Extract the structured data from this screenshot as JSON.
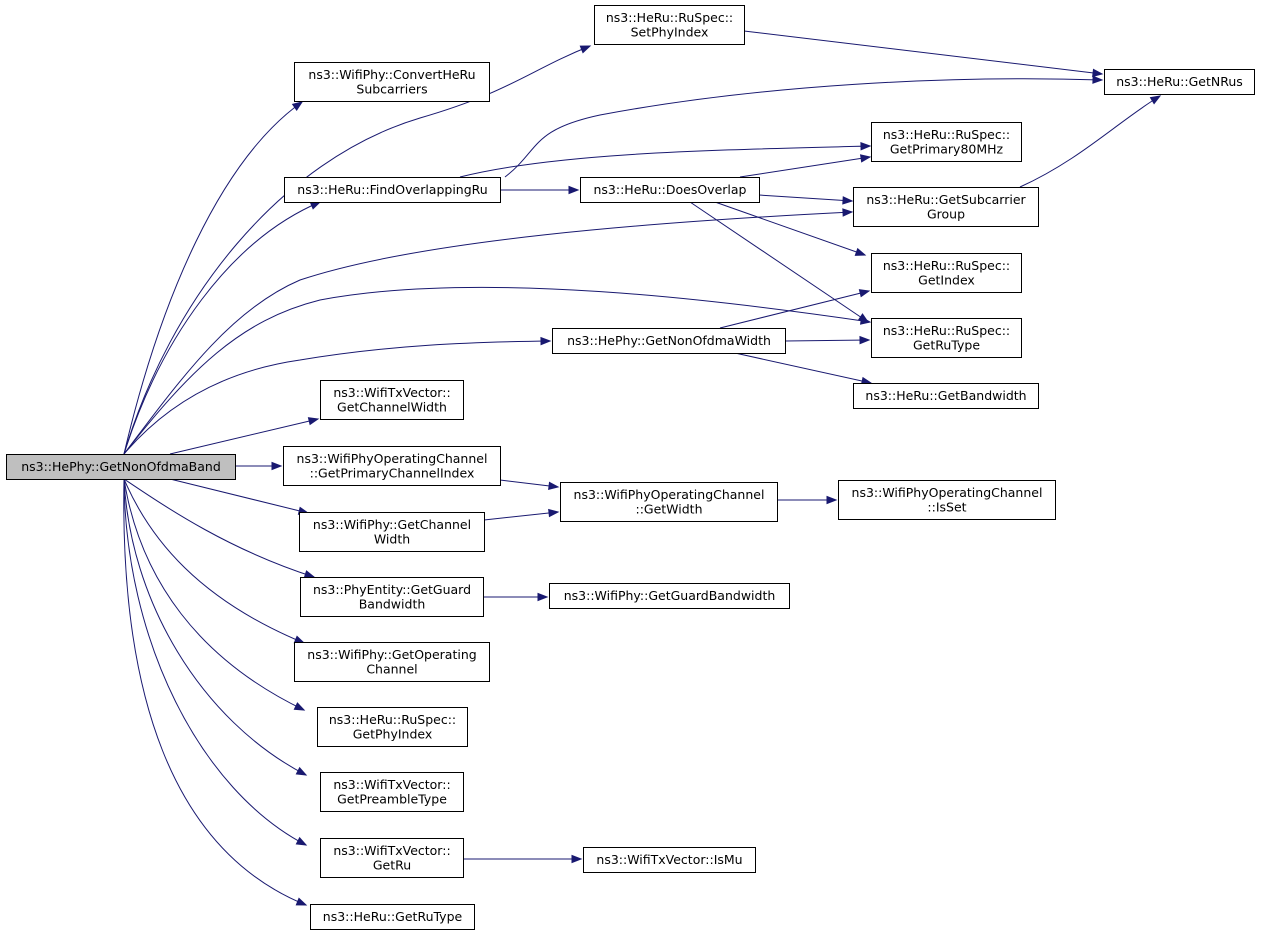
{
  "nodes": [
    {
      "id": "root",
      "lines": [
        "ns3::HePhy::GetNonOfdmaBand"
      ],
      "root": true
    },
    {
      "id": "setPhyIndex",
      "lines": [
        "ns3::HeRu::RuSpec::",
        "SetPhyIndex"
      ]
    },
    {
      "id": "convertHeRu",
      "lines": [
        "ns3::WifiPhy::ConvertHeRu",
        "Subcarriers"
      ]
    },
    {
      "id": "getNRus",
      "lines": [
        "ns3::HeRu::GetNRus"
      ]
    },
    {
      "id": "getPrimary80",
      "lines": [
        "ns3::HeRu::RuSpec::",
        "GetPrimary80MHz"
      ]
    },
    {
      "id": "findOverlapping",
      "lines": [
        "ns3::HeRu::FindOverlappingRu"
      ]
    },
    {
      "id": "doesOverlap",
      "lines": [
        "ns3::HeRu::DoesOverlap"
      ]
    },
    {
      "id": "getSubcarrierGroup",
      "lines": [
        "ns3::HeRu::GetSubcarrier",
        "Group"
      ]
    },
    {
      "id": "ruSpecGetIndex",
      "lines": [
        "ns3::HeRu::RuSpec::",
        "GetIndex"
      ]
    },
    {
      "id": "ruSpecGetRuType",
      "lines": [
        "ns3::HeRu::RuSpec::",
        "GetRuType"
      ]
    },
    {
      "id": "getNonOfdmaWidth",
      "lines": [
        "ns3::HePhy::GetNonOfdmaWidth"
      ]
    },
    {
      "id": "getBandwidth",
      "lines": [
        "ns3::HeRu::GetBandwidth"
      ]
    },
    {
      "id": "txGetChannelWidth",
      "lines": [
        "ns3::WifiTxVector::",
        "GetChannelWidth"
      ]
    },
    {
      "id": "getPrimaryChannelIndex",
      "lines": [
        "ns3::WifiPhyOperatingChannel",
        "::GetPrimaryChannelIndex"
      ]
    },
    {
      "id": "opGetWidth",
      "lines": [
        "ns3::WifiPhyOperatingChannel",
        "::GetWidth"
      ]
    },
    {
      "id": "opIsSet",
      "lines": [
        "ns3::WifiPhyOperatingChannel",
        "::IsSet"
      ]
    },
    {
      "id": "phyGetChannelWidth",
      "lines": [
        "ns3::WifiPhy::GetChannel",
        "Width"
      ]
    },
    {
      "id": "peGetGuardBandwidth",
      "lines": [
        "ns3::PhyEntity::GetGuard",
        "Bandwidth"
      ]
    },
    {
      "id": "phyGetGuardBandwidth",
      "lines": [
        "ns3::WifiPhy::GetGuardBandwidth"
      ]
    },
    {
      "id": "getOperatingChannel",
      "lines": [
        "ns3::WifiPhy::GetOperating",
        "Channel"
      ]
    },
    {
      "id": "ruSpecGetPhyIndex",
      "lines": [
        "ns3::HeRu::RuSpec::",
        "GetPhyIndex"
      ]
    },
    {
      "id": "getPreambleType",
      "lines": [
        "ns3::WifiTxVector::",
        "GetPreambleType"
      ]
    },
    {
      "id": "txGetRu",
      "lines": [
        "ns3::WifiTxVector::",
        "GetRu"
      ]
    },
    {
      "id": "txIsMu",
      "lines": [
        "ns3::WifiTxVector::IsMu"
      ]
    },
    {
      "id": "heRuGetRuType",
      "lines": [
        "ns3::HeRu::GetRuType"
      ]
    }
  ],
  "edges": [
    {
      "from": "root",
      "to": "setPhyIndex"
    },
    {
      "from": "root",
      "to": "convertHeRu"
    },
    {
      "from": "root",
      "to": "findOverlapping"
    },
    {
      "from": "root",
      "to": "getSubcarrierGroup"
    },
    {
      "from": "root",
      "to": "ruSpecGetRuType"
    },
    {
      "from": "root",
      "to": "getNonOfdmaWidth"
    },
    {
      "from": "root",
      "to": "txGetChannelWidth"
    },
    {
      "from": "root",
      "to": "getPrimaryChannelIndex"
    },
    {
      "from": "root",
      "to": "phyGetChannelWidth"
    },
    {
      "from": "root",
      "to": "peGetGuardBandwidth"
    },
    {
      "from": "root",
      "to": "getOperatingChannel"
    },
    {
      "from": "root",
      "to": "ruSpecGetPhyIndex"
    },
    {
      "from": "root",
      "to": "getPreambleType"
    },
    {
      "from": "root",
      "to": "txGetRu"
    },
    {
      "from": "root",
      "to": "heRuGetRuType"
    },
    {
      "from": "setPhyIndex",
      "to": "getNRus"
    },
    {
      "from": "findOverlapping",
      "to": "getNRus"
    },
    {
      "from": "findOverlapping",
      "to": "getPrimary80"
    },
    {
      "from": "findOverlapping",
      "to": "doesOverlap"
    },
    {
      "from": "doesOverlap",
      "to": "getPrimary80"
    },
    {
      "from": "doesOverlap",
      "to": "getSubcarrierGroup"
    },
    {
      "from": "doesOverlap",
      "to": "ruSpecGetIndex"
    },
    {
      "from": "doesOverlap",
      "to": "ruSpecGetRuType"
    },
    {
      "from": "getSubcarrierGroup",
      "to": "getNRus"
    },
    {
      "from": "getNonOfdmaWidth",
      "to": "ruSpecGetIndex"
    },
    {
      "from": "getNonOfdmaWidth",
      "to": "ruSpecGetRuType"
    },
    {
      "from": "getNonOfdmaWidth",
      "to": "getBandwidth"
    },
    {
      "from": "getPrimaryChannelIndex",
      "to": "opGetWidth"
    },
    {
      "from": "phyGetChannelWidth",
      "to": "opGetWidth"
    },
    {
      "from": "opGetWidth",
      "to": "opIsSet"
    },
    {
      "from": "peGetGuardBandwidth",
      "to": "phyGetGuardBandwidth"
    },
    {
      "from": "txGetRu",
      "to": "txIsMu"
    }
  ],
  "colors": {
    "edge": "#191970",
    "root_fill": "#bfbfbf",
    "node_fill": "#ffffff",
    "node_border": "#000000"
  }
}
